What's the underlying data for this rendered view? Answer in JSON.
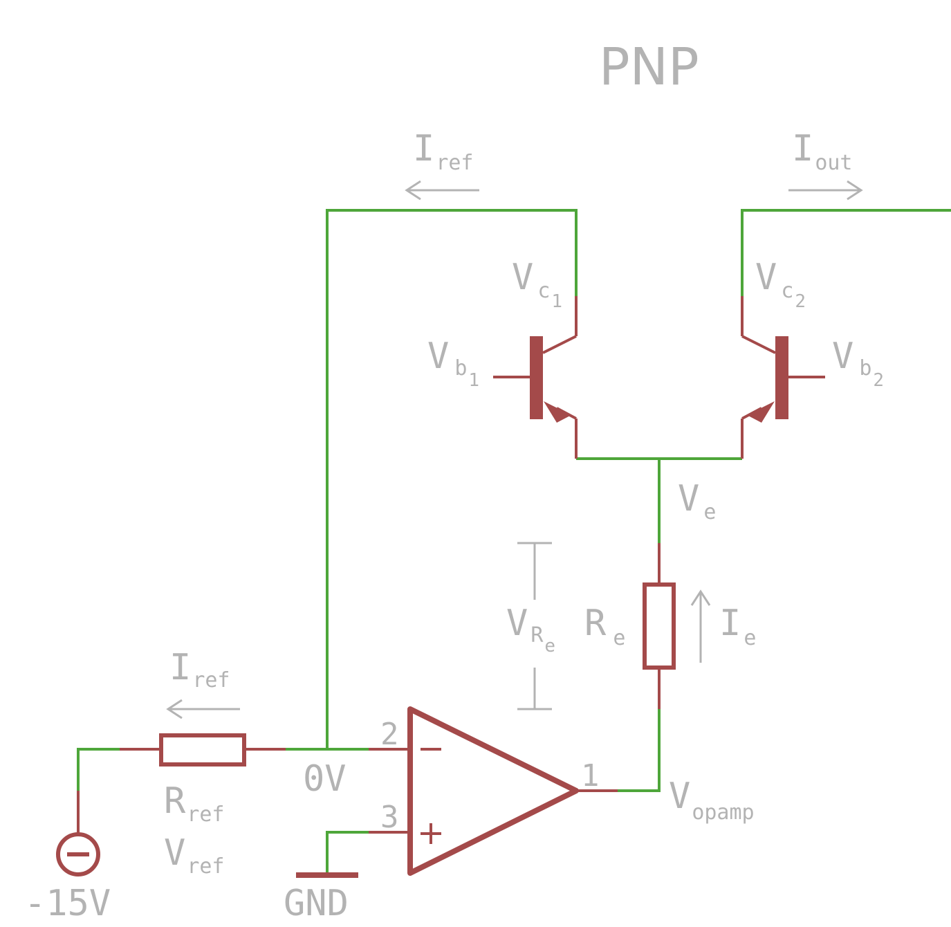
{
  "title": "PNP",
  "labels": {
    "iref_top": {
      "main": "I",
      "sub": "ref"
    },
    "iout": {
      "main": "I",
      "sub": "out"
    },
    "vc1": {
      "main": "V",
      "sub": "c",
      "subsub": "1"
    },
    "vc2": {
      "main": "V",
      "sub": "c",
      "subsub": "2"
    },
    "vb1": {
      "main": "V",
      "sub": "b",
      "subsub": "1"
    },
    "vb2": {
      "main": "V",
      "sub": "b",
      "subsub": "2"
    },
    "ve": {
      "main": "V",
      "sub": "e"
    },
    "vre": {
      "main": "V",
      "sub": "R",
      "subsub": "e"
    },
    "re": {
      "main": "R",
      "sub": "e"
    },
    "ie": {
      "main": "I",
      "sub": "e"
    },
    "iref_bottom": {
      "main": "I",
      "sub": "ref"
    },
    "rref": {
      "main": "R",
      "sub": "ref"
    },
    "vref": {
      "main": "V",
      "sub": "ref"
    },
    "zero_v": "0V",
    "vopamp": {
      "main": "V",
      "sub": "opamp"
    },
    "minus15v": "-15V",
    "gnd": "GND"
  },
  "opamp_pins": {
    "inverting": "2",
    "noninverting": "3",
    "output": "1"
  },
  "colors": {
    "wire": "#4ea63a",
    "component": "#a44a4a",
    "annotation": "#b3b3b3"
  }
}
